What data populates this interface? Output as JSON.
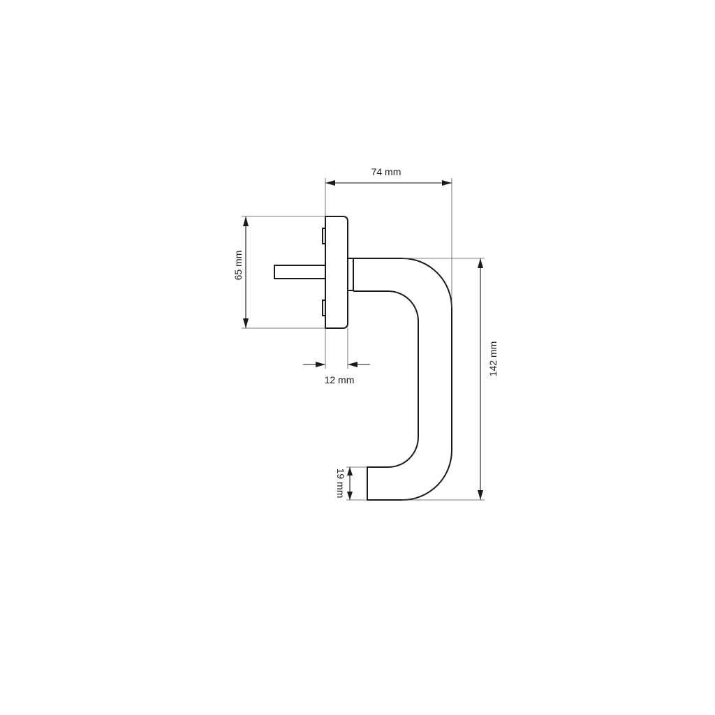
{
  "dimensions": {
    "width": "74 mm",
    "rose_height": "65 mm",
    "rose_thickness": "12 mm",
    "overall_height": "142 mm",
    "grip_thickness": "19 mm"
  },
  "colors": {
    "line": "#1a1a1a",
    "extension_line": "#555555",
    "background": "#ffffff"
  }
}
